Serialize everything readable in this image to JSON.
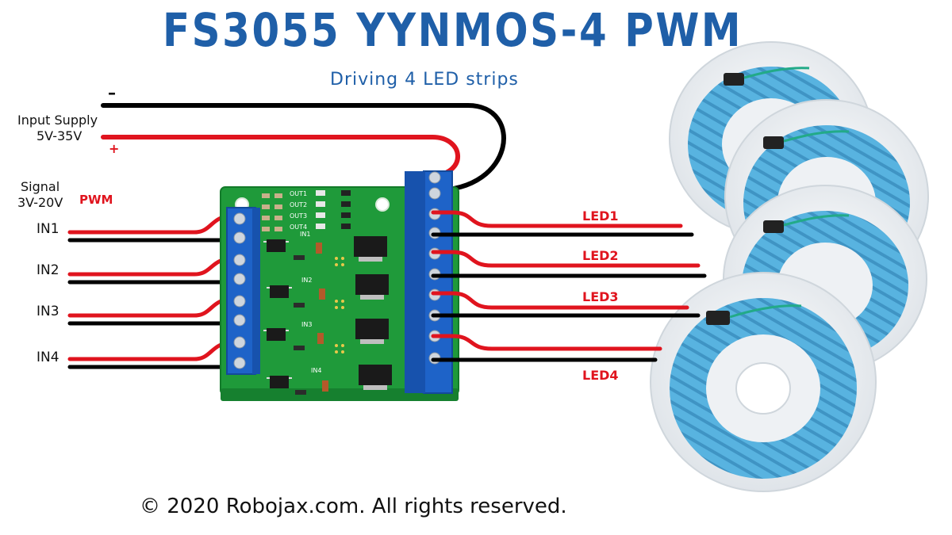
{
  "title": "FS3055 YYNMOS-4 PWM",
  "subtitle": "Driving 4 LED strips",
  "supply": {
    "label_line1": "Input Supply",
    "label_line2": "5V-35V",
    "minus": "–",
    "plus": "+"
  },
  "signal": {
    "label_line1": "Signal",
    "label_line2": "3V-20V",
    "pwm": "PWM"
  },
  "inputs": [
    "IN1",
    "IN2",
    "IN3",
    "IN4"
  ],
  "board": {
    "out_labels": [
      "OUT1",
      "OUT2",
      "OUT3",
      "OUT4"
    ],
    "in_labels": [
      "IN1",
      "IN2",
      "IN3",
      "IN4"
    ]
  },
  "outputs": [
    "LED1",
    "LED2",
    "LED3",
    "LED4"
  ],
  "copyright": "© 2020 Robojax.com. All rights reserved.",
  "colors": {
    "title_blue": "#1f5fa8",
    "wire_red": "#e0141e",
    "wire_black": "#000000",
    "pcb_green": "#1f9a3a",
    "terminal_blue": "#1e63c8",
    "reel_white": "#eef1f4",
    "strip_blue": "#4aa8d8"
  }
}
